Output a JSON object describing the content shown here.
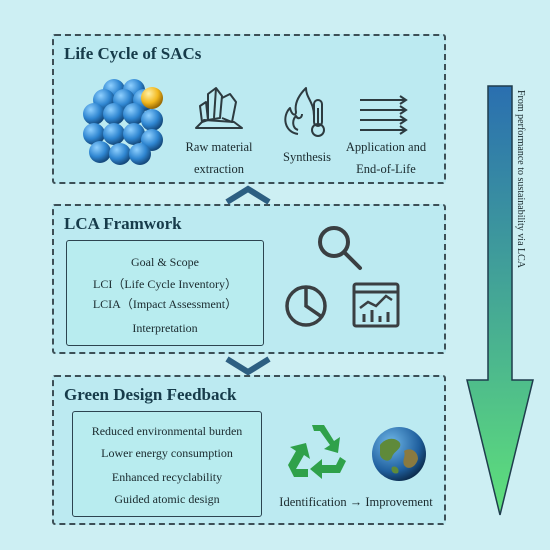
{
  "life_cycle": {
    "title": "Life Cycle of SACs",
    "stages": [
      {
        "line1": "Raw material",
        "line2": "extraction",
        "icon": "crystal-icon"
      },
      {
        "line1": "Synthesis",
        "line2": "",
        "icon": "flame-thermometer-icon"
      },
      {
        "line1": "Application and",
        "line2": "End-of-Life",
        "icon": "flow-arrows-icon"
      }
    ]
  },
  "lca": {
    "title": "LCA Framwork",
    "items": [
      "Goal & Scope",
      "LCI（Life Cycle Inventory）",
      "LCIA（Impact Assessment）",
      "Interpretation"
    ]
  },
  "green": {
    "title": "Green Design Feedback",
    "items": [
      "Reduced environmental burden",
      "Lower energy consumption",
      "Enhanced recyclability",
      "Guided atomic design"
    ],
    "caption": "Identification → Improvement"
  },
  "side_label": "From performance to sustainability via LCA",
  "colors": {
    "arrow_top": "#2a6fb0",
    "arrow_bottom": "#5fe07a",
    "panel_border": "#3c4f56",
    "chevron": "#2d5f82",
    "recycle": "#2fa14a"
  }
}
